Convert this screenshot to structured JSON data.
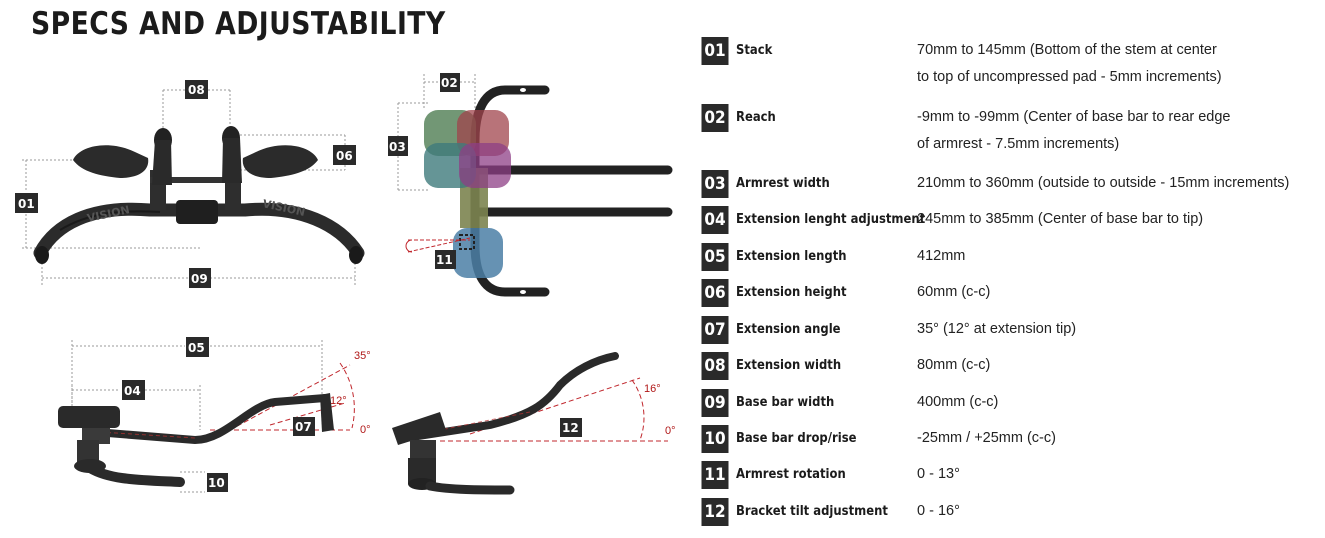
{
  "title": "SPECS AND ADJUSTABILITY",
  "specs": [
    {
      "num": "01",
      "label": "Stack",
      "value": [
        "70mm to 145mm (Bottom of the stem at center",
        "to top of uncompressed pad - 5mm increments)"
      ]
    },
    {
      "num": "02",
      "label": "Reach",
      "value": [
        "-9mm to -99mm (Center of base bar to rear edge",
        "of armrest - 7.5mm increments)"
      ]
    },
    {
      "num": "03",
      "label": "Armrest width",
      "value": [
        "210mm to 360mm (outside to outside - 15mm increments)"
      ]
    },
    {
      "num": "04",
      "label": "Extension lenght adjustment",
      "value": [
        "245mm to 385mm (Center of base bar to tip)"
      ]
    },
    {
      "num": "05",
      "label": "Extension length",
      "value": [
        "412mm"
      ]
    },
    {
      "num": "06",
      "label": "Extension height",
      "value": [
        "60mm (c-c)"
      ]
    },
    {
      "num": "07",
      "label": "Extension angle",
      "value": [
        "35° (12° at extension tip)"
      ]
    },
    {
      "num": "08",
      "label": "Extension width",
      "value": [
        "80mm (c-c)"
      ]
    },
    {
      "num": "09",
      "label": "Base bar width",
      "value": [
        "400mm (c-c)"
      ]
    },
    {
      "num": "10",
      "label": "Base bar drop/rise",
      "value": [
        "-25mm / +25mm (c-c)"
      ]
    },
    {
      "num": "11",
      "label": "Armrest rotation",
      "value": [
        "0 - 13°"
      ]
    },
    {
      "num": "12",
      "label": "Bracket tilt adjustment",
      "value": [
        "0 - 16°"
      ]
    }
  ],
  "diagram": {
    "brand_mark": "VISION",
    "angles": {
      "a35": "35°",
      "a12": "12°",
      "a0_left": "0°",
      "a16": "16°",
      "a0_right": "0°"
    },
    "colors": {
      "accent_red": "#c0272d",
      "dark": "#2a2a2a",
      "pad_teal": "#3f7a7c",
      "pad_green": "#4f7d52",
      "pad_red": "#a0444c",
      "pad_purple": "#8e3f86",
      "pad_blue": "#4b7fa6"
    }
  }
}
